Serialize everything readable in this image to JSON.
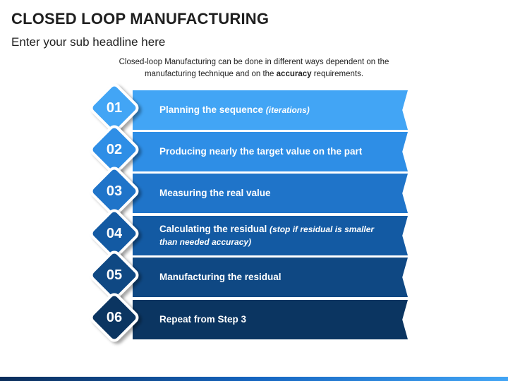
{
  "header": {
    "title": "CLOSED LOOP MANUFACTURING",
    "subtitle": "Enter your sub headline here"
  },
  "intro": {
    "text_part1": "Closed-loop Manufacturing can be done in different ways dependent on the manufacturing technique and on the ",
    "text_bold": "accuracy",
    "text_part2": " requirements."
  },
  "steps": [
    {
      "number": "01",
      "text": "Planning the sequence ",
      "italic": "(iterations)",
      "color": "#42a5f5"
    },
    {
      "number": "02",
      "text": "Producing nearly the target value on the part",
      "italic": "",
      "color": "#2e8ee6"
    },
    {
      "number": "03",
      "text": "Measuring the real value",
      "italic": "",
      "color": "#1f74c9"
    },
    {
      "number": "04",
      "text": "Calculating the residual ",
      "italic": "(stop if residual is smaller than needed accuracy)",
      "color": "#135aa3"
    },
    {
      "number": "05",
      "text": "Manufacturing the residual",
      "italic": "",
      "color": "#0f4883"
    },
    {
      "number": "06",
      "text": "Repeat from Step 3",
      "italic": "",
      "color": "#0b3561"
    }
  ]
}
